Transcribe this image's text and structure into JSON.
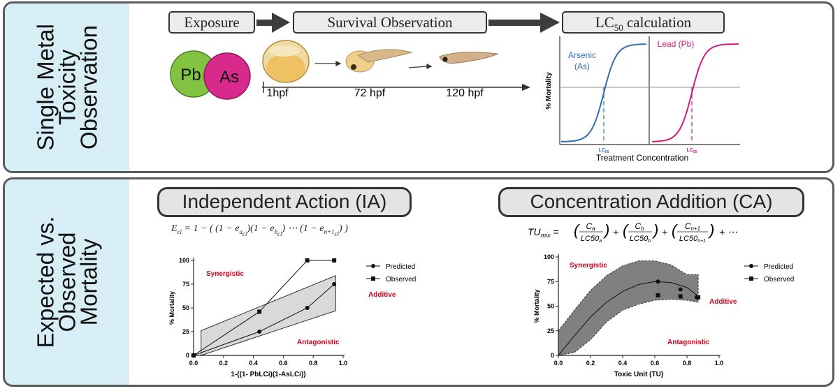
{
  "top_panel": {
    "side_label": [
      "Single Metal",
      "Toxicity",
      "Observation"
    ],
    "stages": {
      "exposure": "Exposure",
      "survival": "Survival Observation",
      "lc50": "LC",
      "lc50_sub": "50",
      "lc50_tail": " calculation"
    },
    "metals": {
      "pb": "Pb",
      "as": "As"
    },
    "timepoints": [
      "1hpf",
      "72 hpf",
      "120 hpf"
    ],
    "lc_chart": {
      "ylabel": "% Mortality",
      "xlabel": "Treatment Concentration",
      "arsenic_label": [
        "Arsenic",
        "(As)"
      ],
      "lead_label": "Lead (Pb)",
      "lc_tick": "LC",
      "lc_tick_sub": "50",
      "colors": {
        "arsenic": "#2f6db5",
        "lead": "#d6197a"
      }
    }
  },
  "bottom_panel": {
    "side_label": [
      "Expected vs.",
      "Observed",
      "Mortality"
    ],
    "ia_title": "Independent Action (IA)",
    "ca_title": "Concentration Addition (CA)"
  },
  "chart_data": [
    {
      "type": "line",
      "title": "",
      "xlabel": "1-((1- PbLCi)(1-AsLCi))",
      "ylabel": "% Mortality",
      "xlim": [
        0,
        1
      ],
      "ylim": [
        0,
        100
      ],
      "xticks": [
        "0.0",
        "0.2",
        "0.4",
        "0.6",
        "0.8",
        "1.0"
      ],
      "yticks": [
        "0",
        "25",
        "50",
        "75",
        "100"
      ],
      "legend": [
        "Predicted",
        "Observed"
      ],
      "legend_position": "right",
      "annotations": [
        "Synergistic",
        "Additive",
        "Antagonistic"
      ],
      "series": [
        {
          "name": "Predicted",
          "marker": "circle",
          "x": [
            0,
            0.44,
            0.76,
            0.94
          ],
          "y": [
            0,
            25,
            50,
            75
          ]
        },
        {
          "name": "Observed",
          "marker": "square",
          "x": [
            0,
            0.44,
            0.76,
            0.94
          ],
          "y": [
            0,
            46,
            100,
            100
          ]
        }
      ],
      "band": {
        "x": [
          0.05,
          0.95
        ],
        "lower": [
          0,
          47
        ],
        "upper": [
          26,
          84
        ]
      }
    },
    {
      "type": "line",
      "title": "",
      "xlabel": "Toxic Unit (TU)",
      "ylabel": "% Mortality",
      "xlim": [
        0,
        1
      ],
      "ylim": [
        0,
        100
      ],
      "xticks": [
        "0.0",
        "0.2",
        "0.4",
        "0.6",
        "0.8",
        "1.0"
      ],
      "yticks": [
        "0",
        "25",
        "50",
        "75",
        "100"
      ],
      "legend": [
        "Predicted",
        "Observed"
      ],
      "legend_position": "right",
      "annotations": [
        "Synergistic",
        "Additive",
        "Antagonistic"
      ],
      "series": [
        {
          "name": "Predicted",
          "marker": "circle",
          "x": [
            0.62,
            0.76,
            0.86
          ],
          "y": [
            75,
            67,
            59
          ]
        },
        {
          "name": "Observed",
          "marker": "square",
          "x": [
            0.62,
            0.76,
            0.87
          ],
          "y": [
            61,
            60,
            59
          ]
        }
      ],
      "fit_curve": {
        "x": [
          0,
          0.1,
          0.2,
          0.3,
          0.4,
          0.5,
          0.6,
          0.7,
          0.8,
          0.87
        ],
        "y": [
          0,
          20,
          39,
          54,
          65,
          72,
          75,
          74,
          69,
          60
        ]
      },
      "band": {
        "x": [
          0,
          0.1,
          0.2,
          0.3,
          0.4,
          0.5,
          0.6,
          0.7,
          0.8,
          0.87
        ],
        "lower": [
          0,
          3,
          16,
          34,
          46,
          52,
          56,
          57,
          56,
          54
        ],
        "upper": [
          25,
          46,
          66,
          81,
          91,
          96,
          96,
          92,
          82,
          82
        ]
      }
    }
  ]
}
